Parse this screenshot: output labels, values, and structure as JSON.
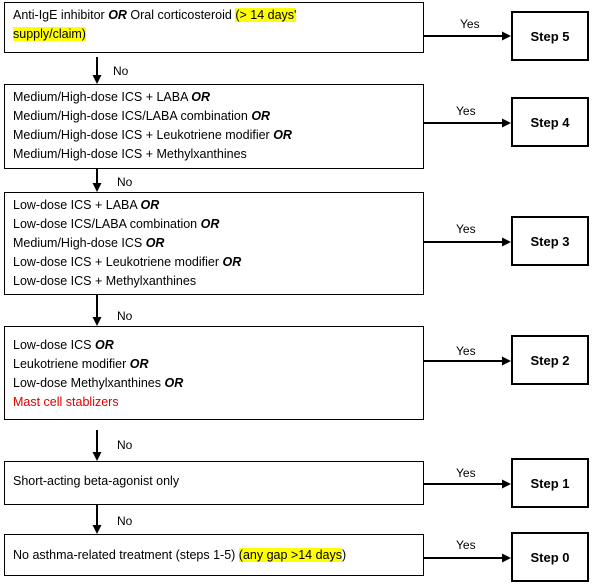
{
  "rows": [
    {
      "lines": [
        [
          {
            "t": "Anti-IgE inhibitor "
          },
          {
            "t": "OR",
            "b": true
          },
          {
            "t": " Oral corticosteroid "
          },
          {
            "t": "(> 14 days'",
            "hl": true
          }
        ],
        [
          {
            "t": "supply/claim)",
            "hl": true
          }
        ]
      ],
      "yes_label": "Yes",
      "step": "Step 5",
      "no_label": "No"
    },
    {
      "lines": [
        [
          {
            "t": "Medium/High-dose ICS + LABA "
          },
          {
            "t": "OR",
            "b": true
          }
        ],
        [
          {
            "t": "Medium/High-dose ICS/LABA combination "
          },
          {
            "t": "OR",
            "b": true
          }
        ],
        [
          {
            "t": "Medium/High-dose ICS + Leukotriene modifier "
          },
          {
            "t": "OR",
            "b": true
          }
        ],
        [
          {
            "t": "Medium/High-dose ICS + Methylxanthines"
          }
        ]
      ],
      "yes_label": "Yes",
      "step": "Step 4",
      "no_label": "No"
    },
    {
      "lines": [
        [
          {
            "t": "Low-dose ICS + LABA "
          },
          {
            "t": "OR",
            "b": true
          }
        ],
        [
          {
            "t": "Low-dose ICS/LABA combination "
          },
          {
            "t": "OR",
            "b": true
          }
        ],
        [
          {
            "t": "Medium/High-dose ICS "
          },
          {
            "t": "OR",
            "b": true
          }
        ],
        [
          {
            "t": "Low-dose ICS + Leukotriene modifier "
          },
          {
            "t": "OR",
            "b": true
          }
        ],
        [
          {
            "t": "Low-dose ICS + Methylxanthines"
          }
        ]
      ],
      "yes_label": "Yes",
      "step": "Step 3",
      "no_label": "No"
    },
    {
      "lines": [
        [
          {
            "t": "Low-dose ICS "
          },
          {
            "t": "OR",
            "b": true
          }
        ],
        [
          {
            "t": "Leukotriene modifier "
          },
          {
            "t": "OR",
            "b": true
          }
        ],
        [
          {
            "t": "Low-dose Methylxanthines "
          },
          {
            "t": "OR",
            "b": true
          }
        ],
        [
          {
            "t": "Mast cell stablizers",
            "red": true
          }
        ]
      ],
      "yes_label": "Yes",
      "step": "Step 2",
      "no_label": "No"
    },
    {
      "lines": [
        [
          {
            "t": "Short-acting beta-agonist only"
          }
        ]
      ],
      "yes_label": "Yes",
      "step": "Step 1",
      "no_label": "No"
    },
    {
      "lines": [
        [
          {
            "t": "No asthma-related treatment (steps 1-5) "
          },
          {
            "t": "(any gap >14 days",
            "hl": true
          },
          {
            "t": ")"
          }
        ]
      ],
      "yes_label": "Yes",
      "step": "Step 0"
    }
  ],
  "colors": {
    "highlight": "#ffff00",
    "warning_text": "#e00000",
    "line": "#000000"
  }
}
